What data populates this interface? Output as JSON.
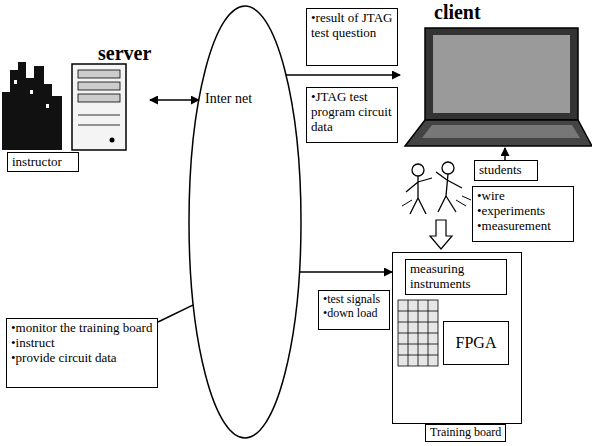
{
  "diagram": {
    "nodes": [
      {
        "text": [
          "server"
        ]
      },
      {
        "text": [
          "instructor"
        ]
      },
      {
        "text": [
          "Inter net"
        ]
      },
      {
        "text": [
          "•result of JTAG test question"
        ]
      },
      {
        "text": [
          "•JTAG test program circuit data"
        ]
      },
      {
        "text": [
          "client"
        ]
      },
      {
        "text": [
          "students"
        ]
      },
      {
        "text": [
          "•wire",
          "•experiments",
          "•measurement"
        ]
      },
      {
        "text": [
          "•monitor the training board",
          "•instruct",
          "•provide circuit data"
        ]
      },
      {
        "text": [
          "•test signals",
          "•down load"
        ]
      },
      {
        "text": [
          "Training board"
        ]
      },
      {
        "text": [
          "measuring instruments"
        ],
        "in": 10
      },
      {
        "text": [
          "FPGA"
        ],
        "in": 10
      }
    ],
    "edges": [
      {
        "from": 0,
        "to": 2,
        "arrow": "both"
      },
      {
        "from": 2,
        "to": 5,
        "arrow": "to"
      },
      {
        "from": 6,
        "to": 5,
        "arrow": "to"
      },
      {
        "from": 2,
        "to": 10,
        "arrow": "to"
      },
      {
        "from": 8,
        "to": 2,
        "arrow": "none"
      }
    ]
  }
}
